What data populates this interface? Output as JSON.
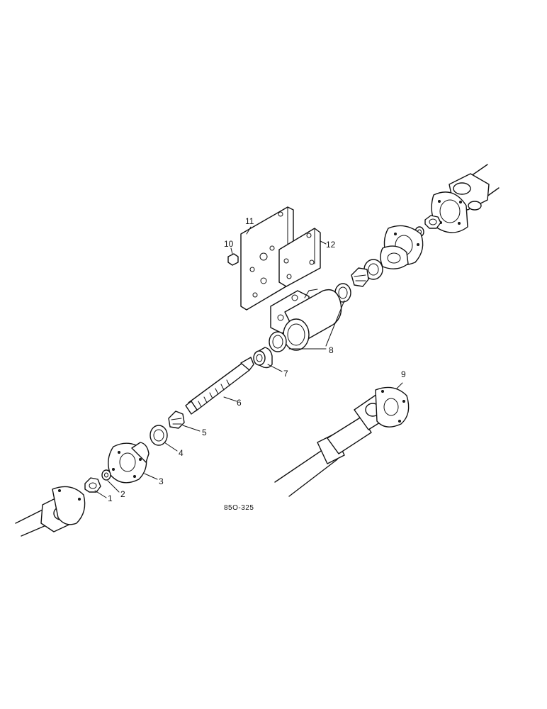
{
  "diagram": {
    "drawing_code": "85O-325",
    "callouts": [
      {
        "id": "1",
        "text": "1"
      },
      {
        "id": "2",
        "text": "2"
      },
      {
        "id": "3",
        "text": "3"
      },
      {
        "id": "4",
        "text": "4"
      },
      {
        "id": "5",
        "text": "5"
      },
      {
        "id": "6",
        "text": "6"
      },
      {
        "id": "7",
        "text": "7"
      },
      {
        "id": "8",
        "text": "8"
      },
      {
        "id": "9",
        "text": "9"
      },
      {
        "id": "10",
        "text": "10"
      },
      {
        "id": "11",
        "text": "11"
      },
      {
        "id": "12",
        "text": "12"
      }
    ]
  }
}
